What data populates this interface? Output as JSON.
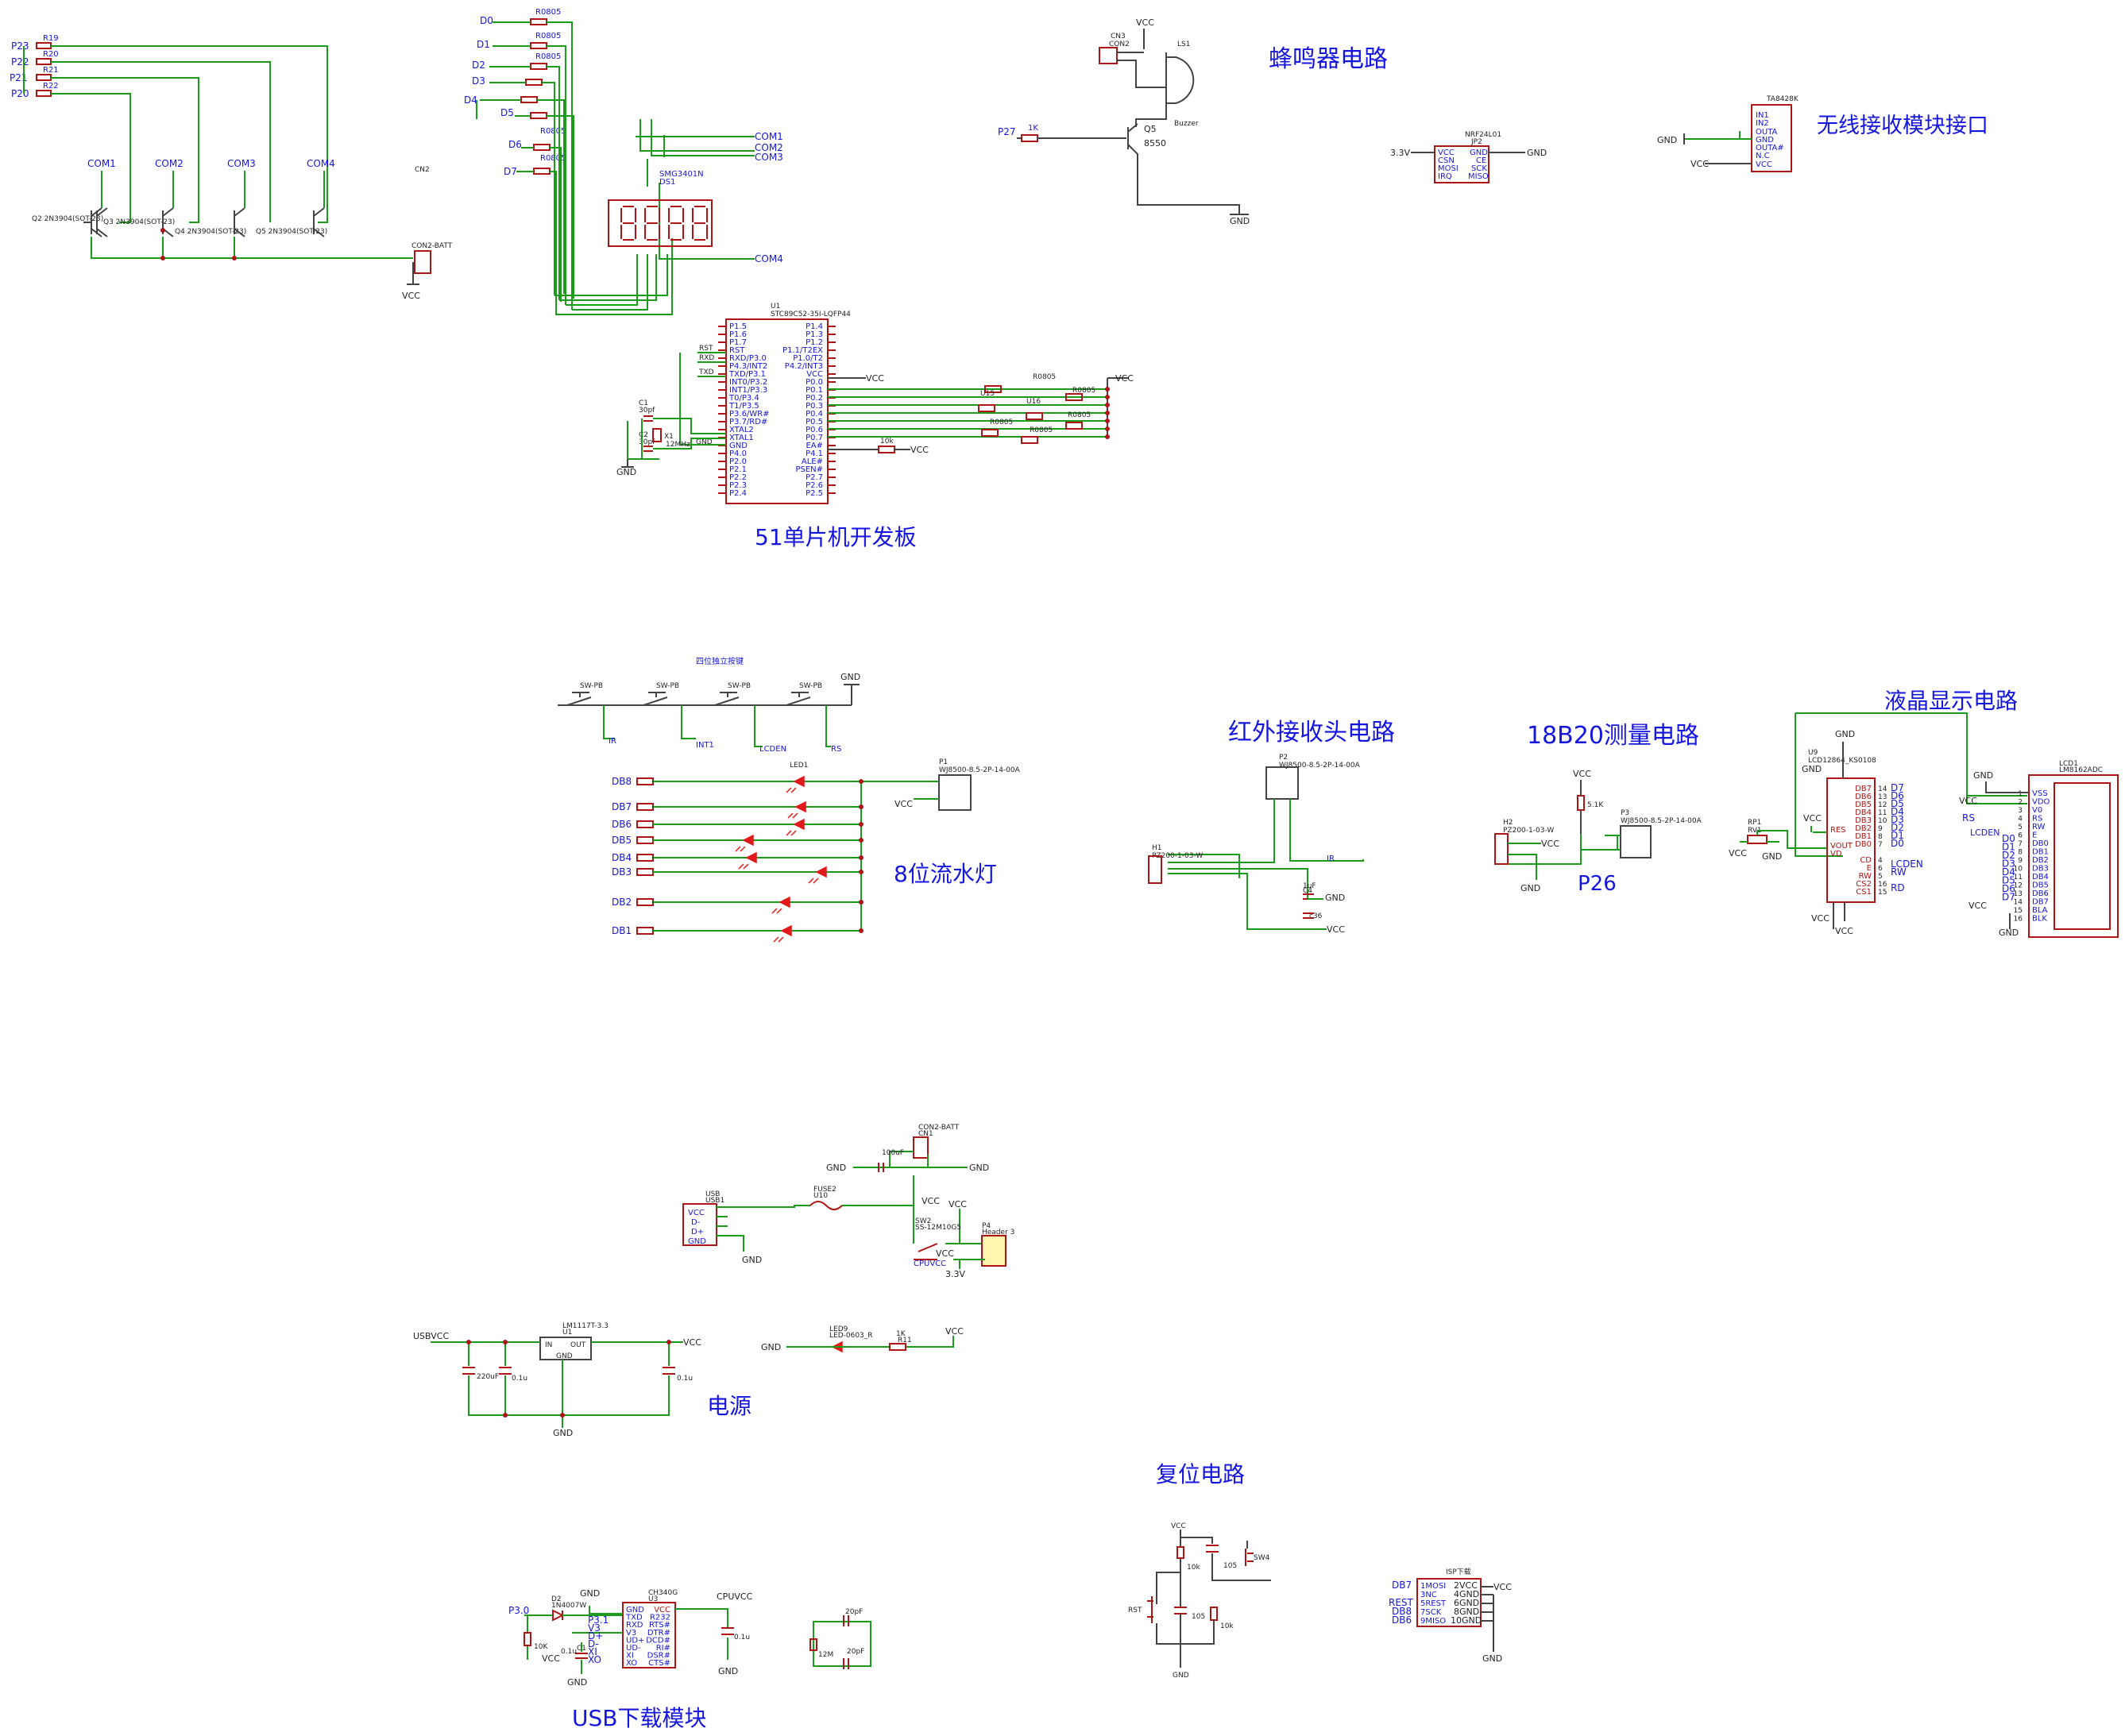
{
  "sections": {
    "buzzer": "蜂鸣器电路",
    "wireless": "无线接收模块接口",
    "mcu": "51单片机开发板",
    "ir": "红外接收头电路",
    "ds18b20": "18B20测量电路",
    "lcd": "液晶显示电路",
    "leds": "8位流水灯",
    "p26": "P26",
    "power": "电源",
    "reset": "复位电路",
    "usb": "USB下载模块"
  },
  "seg": {
    "p_labels": [
      "P23",
      "P22",
      "P21",
      "P20"
    ],
    "r_labels": [
      "R19",
      "R20",
      "R21",
      "R22"
    ],
    "com_labels": [
      "COM1",
      "COM2",
      "COM3",
      "COM4"
    ],
    "transistors": [
      "Q2 2N3904(SOT-23)",
      "Q3 2N3904(SOT-23)",
      "Q4 2N3904(SOT-23)",
      "Q5 2N3904(SOT-23)"
    ],
    "cn2": "CN2",
    "cn2_batt": "CON2-BATT",
    "vcc": "VCC",
    "d_labels": [
      "D0",
      "D1",
      "D2",
      "D3",
      "D4",
      "D5",
      "D6",
      "D7"
    ],
    "r0805": "R0805",
    "com_right": [
      "COM1",
      "COM2",
      "COM3",
      "COM4"
    ],
    "display": "SMG3401N",
    "display_ref": "DS1"
  },
  "buzzer": {
    "vcc": "VCC",
    "cn3": "CN3",
    "con2": "CON2",
    "ls1": "LS1",
    "buzzer": "Buzzer",
    "p27": "P27",
    "r1k": "1K",
    "q5": "Q5",
    "q5_part": "8550",
    "gnd": "GND"
  },
  "nrf": {
    "part": "NRF24L01",
    "ref": "JP2",
    "v33": "3.3V",
    "gnd": "GND",
    "left_pins": [
      "VCC",
      "CSN",
      "MOSI",
      "IRQ"
    ],
    "right_pins": [
      "GND",
      "CE",
      "SCK",
      "MISO"
    ]
  },
  "wl": {
    "part": "TA8428K",
    "gnd": "GND",
    "vcc": "VCC",
    "pins": [
      "IN1",
      "IN2",
      "OUTA",
      "GND",
      "OUTA#",
      "N.C",
      "VCC"
    ]
  },
  "mcu": {
    "ref": "U1",
    "part": "STC89C52-35I-LQFP44",
    "left_pins": [
      "P1.5",
      "P1.6",
      "P1.7",
      "RST",
      "RXD/P3.0",
      "P4.3/INT2",
      "TXD/P3.1",
      "INT0/P3.2",
      "INT1/P3.3",
      "T0/P3.4",
      "T1/P3.5",
      "P3.6/WR#",
      "P3.7/RD#",
      "XTAL2",
      "XTAL1",
      "GND",
      "P4.0",
      "P2.0",
      "P2.1",
      "P2.2",
      "P2.3",
      "P2.4"
    ],
    "right_pins": [
      "P1.4",
      "P1.3",
      "P1.2",
      "P1.1/T2EX",
      "P1.0/T2",
      "P4.2/INT3",
      "VCC",
      "P0.0",
      "P0.1",
      "P0.2",
      "P0.3",
      "P0.4",
      "P0.5",
      "P0.6",
      "P0.7",
      "EA#",
      "P4.1",
      "ALE#",
      "PSEN#",
      "P2.7",
      "P2.6",
      "P2.5"
    ],
    "nets": {
      "rst": "RST",
      "rxd": "RXD",
      "txd": "TXD",
      "gnd": "GND",
      "vcc": "VCC"
    },
    "c1": "C1",
    "c1v": "30pf",
    "c2": "C2",
    "c2v": "30pf",
    "x1": "X1",
    "x1v": "12MHz",
    "r0805": "R0805",
    "u15": "U15",
    "u16": "U16",
    "r10k": "10k",
    "vcc_pull": "VCC"
  },
  "keys": {
    "title": "四位独立按键",
    "sw": "SW-PB",
    "gnd": "GND",
    "nets": [
      "IR",
      "INT1",
      "LCDEN",
      "RS"
    ]
  },
  "leds": {
    "led1": "LED1",
    "p1": "P1",
    "p1_part": "WJ8500-8.5-2P-14-00A",
    "vcc": "VCC",
    "labels": [
      "DB8",
      "DB7",
      "DB6",
      "DB5",
      "DB4",
      "DB3",
      "DB2",
      "DB1"
    ]
  },
  "ir": {
    "p2": "P2",
    "p2_part": "WJ8500-8.5-2P-14-00A",
    "h1": "H1",
    "h1_part": "PZ200-1-03-W",
    "c_val": "1uF",
    "c_ref": "C4",
    "c36": "c36",
    "gnd": "GND",
    "vcc": "VCC",
    "ir": "IR"
  },
  "ds": {
    "vcc": "VCC",
    "r": "5.1K",
    "h2": "H2",
    "h2_part": "PZ200-1-03-W",
    "p3": "P3",
    "p3_part": "WJ8500-8.5-2P-14-00A",
    "gnd": "GND"
  },
  "lcd": {
    "u9": "U9",
    "u9_part": "LCD12864_KS0108",
    "gnd": "GND",
    "vcc": "VCC",
    "rp1": "RP1",
    "rv1": "RV1",
    "lcd1": "LCD1",
    "lcd1_part": "LM8162ADC",
    "u9_left": [
      "RES",
      "VOUT",
      "VD"
    ],
    "u9_right": [
      "DB7",
      "DB6",
      "DB5",
      "DB4",
      "DB3",
      "DB2",
      "DB1",
      "DB0",
      "CD",
      "E",
      "RW",
      "CS2",
      "CS1"
    ],
    "u9_nums": [
      "14",
      "13",
      "12",
      "11",
      "10",
      "9",
      "8",
      "7",
      "4",
      "6",
      "5",
      "16",
      "15"
    ],
    "u9_nets": [
      "D7",
      "D6",
      "D5",
      "D4",
      "D3",
      "D2",
      "D1",
      "D0",
      "LCDEN",
      "RW",
      "RD"
    ],
    "lcd_pins": [
      "VSS",
      "VDO",
      "V0",
      "RS",
      "RW",
      "E",
      "DB0",
      "DB1",
      "DB2",
      "DB3",
      "DB4",
      "DB5",
      "DB6",
      "DB7",
      "BLA",
      "BLK"
    ],
    "lcd_left": [
      "RS",
      "LCDEN",
      "D0",
      "D1",
      "D2",
      "D3",
      "D4",
      "D5",
      "D6",
      "D7"
    ]
  },
  "power": {
    "batt": "CON2-BATT",
    "cn": "CN1",
    "c100": "100uF",
    "gnd": "GND",
    "usb": "USB",
    "usb_ref": "USB1",
    "usb_pins": [
      "VCC",
      "D-",
      "D+",
      "GND"
    ],
    "fuse": "FUSE2",
    "fuse_ref": "U10",
    "vcc": "VCC",
    "sw2": "SW2",
    "sw2_part": "SS-12M10G5",
    "p4": "P4",
    "p4_part": "Header 3",
    "cpuvcc": "CPUVCC",
    "v33": "3.3V",
    "usbvcc": "USBVCC",
    "reg": "LM1117T-3.3",
    "reg_ref": "U1",
    "in": "IN",
    "out": "OUT",
    "c220": "220uF",
    "c01": "0.1u",
    "led9": "LED9",
    "led9_part": "LED-0603_R",
    "r1k": "1K",
    "r11": "R11"
  },
  "usb": {
    "p30": "P3.0",
    "d2": "D2",
    "d2_part": "1N4007W",
    "r10k": "10K",
    "vcc": "VCC",
    "chip": "CH340G",
    "chip_ref": "U3",
    "cpuvcc": "CPUVCC",
    "gnd": "GND",
    "left": [
      "GND",
      "TXD",
      "RXD",
      "V3",
      "UD+",
      "UD-",
      "XI",
      "XO"
    ],
    "right": [
      "VCC",
      "R232",
      "RTS#",
      "DTR#",
      "DCD#",
      "RI#",
      "DSR#",
      "CTS#"
    ],
    "nets": [
      "P3.1",
      "V3",
      "D+",
      "D-",
      "XI",
      "XO"
    ],
    "c1": "C1",
    "c01": "0.1u",
    "y": "12M",
    "c20": "20pF"
  },
  "reset": {
    "vcc": "VCC",
    "r10k": "10k",
    "c105": "105",
    "sw4": "SW4",
    "rst": "RST",
    "gnd": "GND"
  },
  "isp": {
    "title": "ISP下载",
    "vcc": "VCC",
    "gnd": "GND",
    "left_nets": [
      "DB7",
      "REST",
      "DB8",
      "DB6"
    ],
    "left_pins": [
      "1MOSI",
      "3NC",
      "5REST",
      "7SCK",
      "9MISO"
    ],
    "right_pins": [
      "2VCC",
      "4GND",
      "6GND",
      "8GND",
      "10GND"
    ]
  }
}
